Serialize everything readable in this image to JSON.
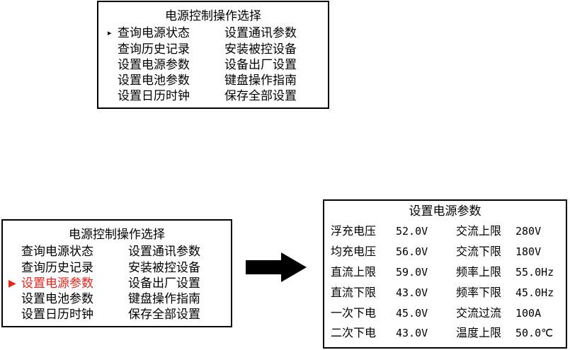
{
  "top_menu": {
    "title": "电源控制操作选择",
    "cursor": "▸",
    "left_items": [
      "查询电源状态",
      "查询历史记录",
      "设置电源参数",
      "设置电池参数",
      "设置日历时钟"
    ],
    "right_items": [
      "设置通讯参数",
      "安装被控设备",
      "设备出厂设置",
      "键盘操作指南",
      "保存全部设置"
    ],
    "selected_index": 0
  },
  "bottom_menu": {
    "title": "电源控制操作选择",
    "cursor": "▶",
    "left_items": [
      "查询电源状态",
      "查询历史记录",
      "设置电源参数",
      "设置电池参数",
      "设置日历时钟"
    ],
    "right_items": [
      "设置通讯参数",
      "安装被控设备",
      "设备出厂设置",
      "键盘操作指南",
      "保存全部设置"
    ],
    "selected_index": 2
  },
  "settings": {
    "title": "设置电源参数",
    "left_params": [
      {
        "label": "浮充电压",
        "value": "52.0V"
      },
      {
        "label": "均充电压",
        "value": "56.0V"
      },
      {
        "label": "直流上限",
        "value": "59.0V"
      },
      {
        "label": "直流下限",
        "value": "43.0V"
      },
      {
        "label": "一次下电",
        "value": "45.0V"
      },
      {
        "label": "二次下电",
        "value": "43.0V"
      }
    ],
    "right_params": [
      {
        "label": "交流上限",
        "value": "280V"
      },
      {
        "label": "交流下限",
        "value": "180V"
      },
      {
        "label": "频率上限",
        "value": "55.0Hz"
      },
      {
        "label": "频率下限",
        "value": "45.0Hz"
      },
      {
        "label": "交流过流",
        "value": "100A"
      },
      {
        "label": "温度上限",
        "value": "50.0℃"
      }
    ]
  },
  "colors": {
    "selected": "#e8231a",
    "border": "#000000",
    "arrow": "#000000"
  }
}
